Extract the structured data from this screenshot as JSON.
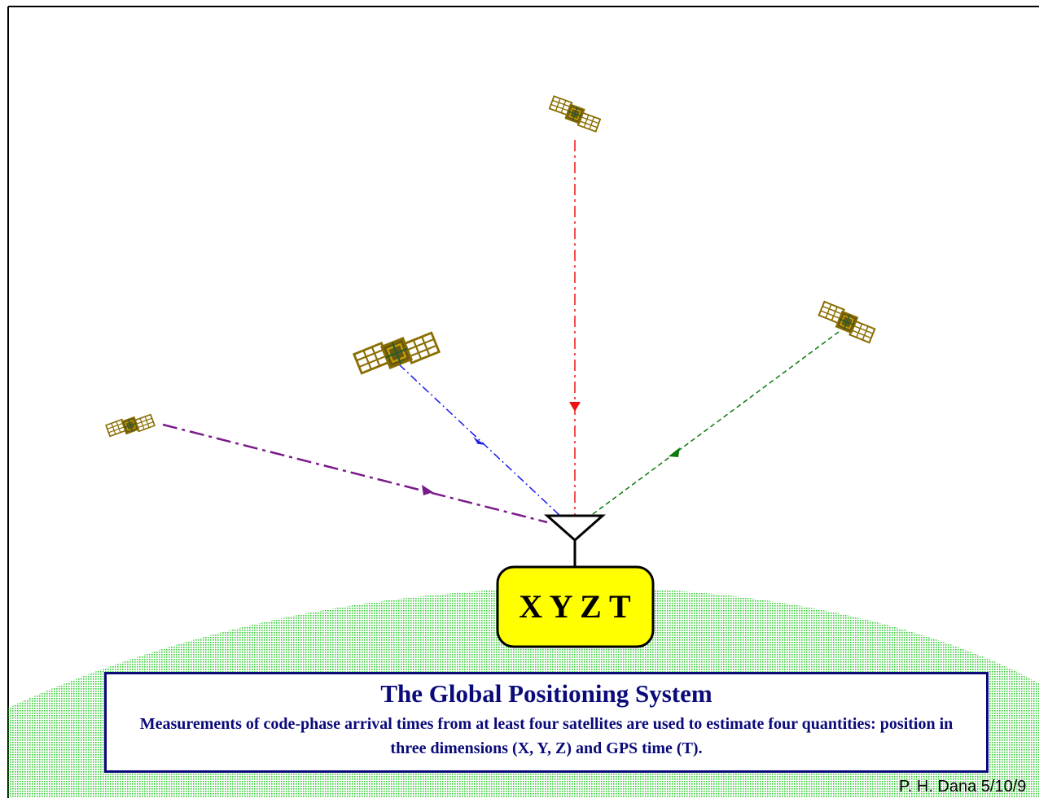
{
  "receiver": {
    "label": "X Y Z T"
  },
  "caption": {
    "title": "The Global Positioning System",
    "body": "Measurements of code-phase arrival times from at least four satellites are used to estimate four quantities: position in three dimensions (X, Y, Z) and GPS time (T)."
  },
  "credit": "P. H. Dana 5/10/9",
  "colors": {
    "ground": "#33cc33",
    "receiver_fill": "#ffff00",
    "caption_text": "#0a0a7a",
    "satellite": "#8a6d00",
    "signal_purple": "#7a1a8a",
    "signal_blue": "#1a1aee",
    "signal_red": "#ee1111",
    "signal_green": "#0a7a0a"
  },
  "satellites": [
    {
      "name": "satellite-left",
      "signal_color": "purple"
    },
    {
      "name": "satellite-upper-left",
      "signal_color": "blue"
    },
    {
      "name": "satellite-top",
      "signal_color": "red"
    },
    {
      "name": "satellite-right",
      "signal_color": "green"
    }
  ]
}
